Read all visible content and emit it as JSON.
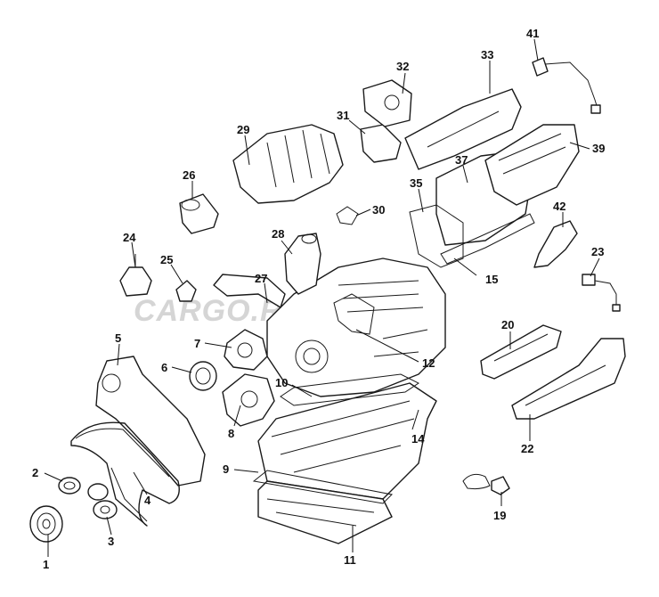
{
  "watermark": "CARGO.RU",
  "callouts": [
    {
      "id": "1",
      "label": "1"
    },
    {
      "id": "2",
      "label": "2"
    },
    {
      "id": "3",
      "label": "3"
    },
    {
      "id": "4",
      "label": "4"
    },
    {
      "id": "5",
      "label": "5"
    },
    {
      "id": "6",
      "label": "6"
    },
    {
      "id": "7",
      "label": "7"
    },
    {
      "id": "8",
      "label": "8"
    },
    {
      "id": "9",
      "label": "9"
    },
    {
      "id": "10",
      "label": "10"
    },
    {
      "id": "11",
      "label": "11"
    },
    {
      "id": "12",
      "label": "12"
    },
    {
      "id": "14",
      "label": "14"
    },
    {
      "id": "15",
      "label": "15"
    },
    {
      "id": "19",
      "label": "19"
    },
    {
      "id": "20",
      "label": "20"
    },
    {
      "id": "22",
      "label": "22"
    },
    {
      "id": "23",
      "label": "23"
    },
    {
      "id": "24",
      "label": "24"
    },
    {
      "id": "25",
      "label": "25"
    },
    {
      "id": "26",
      "label": "26"
    },
    {
      "id": "27",
      "label": "27"
    },
    {
      "id": "28",
      "label": "28"
    },
    {
      "id": "29",
      "label": "29"
    },
    {
      "id": "30",
      "label": "30"
    },
    {
      "id": "31",
      "label": "31"
    },
    {
      "id": "32",
      "label": "32"
    },
    {
      "id": "33",
      "label": "33"
    },
    {
      "id": "35",
      "label": "35"
    },
    {
      "id": "37",
      "label": "37"
    },
    {
      "id": "39",
      "label": "39"
    },
    {
      "id": "41",
      "label": "41"
    },
    {
      "id": "42",
      "label": "42"
    }
  ]
}
